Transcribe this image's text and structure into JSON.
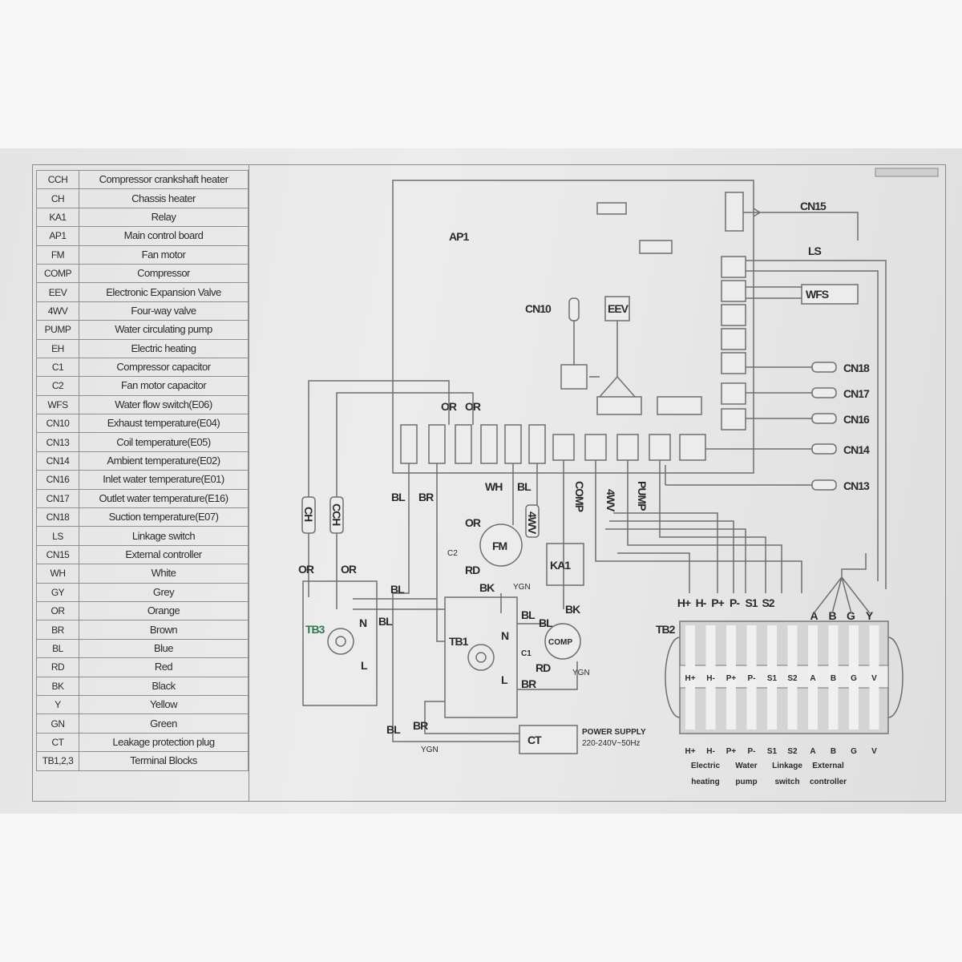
{
  "legend": [
    {
      "code": "CCH",
      "desc": "Compressor crankshaft heater"
    },
    {
      "code": "CH",
      "desc": "Chassis heater"
    },
    {
      "code": "KA1",
      "desc": "Relay"
    },
    {
      "code": "AP1",
      "desc": "Main control board"
    },
    {
      "code": "FM",
      "desc": "Fan motor"
    },
    {
      "code": "COMP",
      "desc": "Compressor"
    },
    {
      "code": "EEV",
      "desc": "Electronic Expansion Valve"
    },
    {
      "code": "4WV",
      "desc": "Four-way valve"
    },
    {
      "code": "PUMP",
      "desc": "Water circulating pump"
    },
    {
      "code": "EH",
      "desc": "Electric heating"
    },
    {
      "code": "C1",
      "desc": "Compressor capacitor"
    },
    {
      "code": "C2",
      "desc": "Fan motor capacitor"
    },
    {
      "code": "WFS",
      "desc": "Water flow switch(E06)"
    },
    {
      "code": "CN10",
      "desc": "Exhaust temperature(E04)"
    },
    {
      "code": "CN13",
      "desc": "Coil temperature(E05)"
    },
    {
      "code": "CN14",
      "desc": "Ambient temperature(E02)"
    },
    {
      "code": "CN16",
      "desc": "Inlet water temperature(E01)"
    },
    {
      "code": "CN17",
      "desc": "Outlet water temperature(E16)"
    },
    {
      "code": "CN18",
      "desc": "Suction temperature(E07)"
    },
    {
      "code": "LS",
      "desc": "Linkage switch"
    },
    {
      "code": "CN15",
      "desc": "External controller"
    },
    {
      "code": "WH",
      "desc": "White"
    },
    {
      "code": "GY",
      "desc": "Grey"
    },
    {
      "code": "OR",
      "desc": "Orange"
    },
    {
      "code": "BR",
      "desc": "Brown"
    },
    {
      "code": "BL",
      "desc": "Blue"
    },
    {
      "code": "RD",
      "desc": "Red"
    },
    {
      "code": "BK",
      "desc": "Black"
    },
    {
      "code": "Y",
      "desc": "Yellow"
    },
    {
      "code": "GN",
      "desc": "Green"
    },
    {
      "code": "CT",
      "desc": "Leakage protection plug"
    },
    {
      "code": "TB1,2,3",
      "desc": "Terminal Blocks"
    }
  ],
  "board": {
    "name": "AP1",
    "cn10": "CN10",
    "eev": "EEV",
    "or1": "OR",
    "or2": "OR"
  },
  "right_connectors": {
    "cn15": "CN15",
    "ls": "LS",
    "wfs": "WFS",
    "cn18": "CN18",
    "cn17": "CN17",
    "cn16": "CN16",
    "cn14": "CN14",
    "cn13": "CN13"
  },
  "wires": {
    "bl1": "BL",
    "br1": "BR",
    "wh": "WH",
    "bl2": "BL",
    "comp": "COMP",
    "fwv": "4WV",
    "pump": "PUMP",
    "bl3": "BL",
    "bl4": "BL",
    "bl5": "BL",
    "bl6": "BL",
    "bk1": "BK",
    "bk2": "BK",
    "br2": "BR",
    "br3": "BR",
    "bl7": "BL",
    "or3": "OR",
    "or4": "OR",
    "or5": "OR",
    "rd1": "RD",
    "rd2": "RD",
    "ygn1": "YGN",
    "ygn2": "YGN",
    "ygn3": "YGN",
    "n1": "N",
    "n2": "N",
    "l1": "L",
    "l2": "L",
    "c1": "C1",
    "c2": "C2"
  },
  "components": {
    "ch": "CH",
    "cch": "CCH",
    "fm": "FM",
    "fwv": "4WV",
    "ka1": "KA1",
    "comp": "COMP",
    "tb3": "TB3",
    "tb1": "TB1",
    "tb2": "TB2",
    "ct": "CT"
  },
  "power": {
    "line1": "POWER SUPPLY",
    "line2": "220-240V~50Hz"
  },
  "tb2": {
    "top_labels": [
      "H+",
      "H-",
      "P+",
      "P-",
      "S1",
      "S2"
    ],
    "top_labels2": [
      "A",
      "B",
      "G",
      "Y"
    ],
    "terminals": [
      "H+",
      "H-",
      "P+",
      "P-",
      "S1",
      "S2",
      "A",
      "B",
      "G",
      "V"
    ],
    "groups": [
      {
        "l1": "Electric",
        "l2": "heating"
      },
      {
        "l1": "Water",
        "l2": "pump"
      },
      {
        "l1": "Linkage",
        "l2": "switch"
      },
      {
        "l1": "External",
        "l2": "controller"
      }
    ]
  }
}
